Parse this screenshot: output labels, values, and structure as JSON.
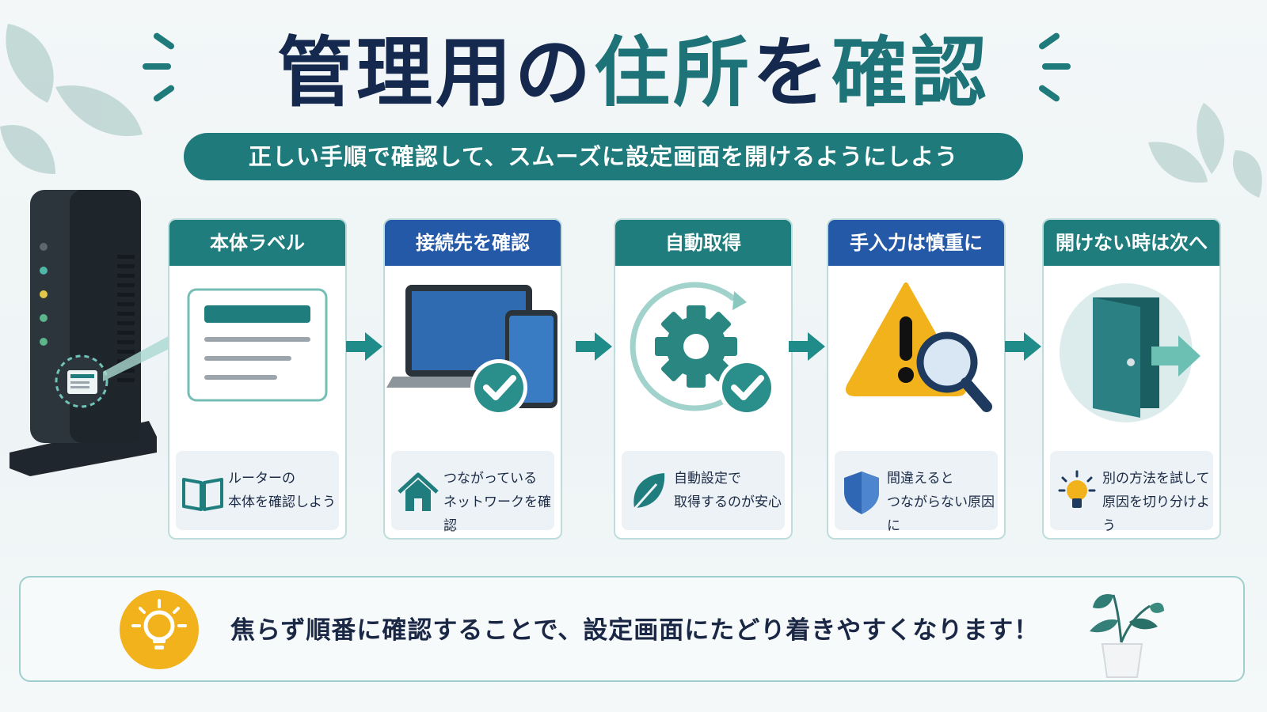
{
  "title": {
    "part1": "管理用の",
    "part2": "住所",
    "part3": "を",
    "part4": "確認"
  },
  "subtitle": "正しい手順で確認して、スムーズに設定画面を開けるようにしよう",
  "steps": [
    {
      "heading": "本体ラベル",
      "note_line1": "ルーターの",
      "note_line2": "本体を確認しよう",
      "head_color": "#1f7d7d"
    },
    {
      "heading": "接続先を確認",
      "note_line1": "つながっている",
      "note_line2": "ネットワークを確認",
      "head_color": "#2459a8"
    },
    {
      "heading": "自動取得",
      "note_line1": "自動設定で",
      "note_line2": "取得するのが安心",
      "head_color": "#1f7d7d"
    },
    {
      "heading": "手入力は慎重に",
      "note_line1": "間違えると",
      "note_line2": "つながらない原因に",
      "head_color": "#2459a8"
    },
    {
      "heading": "開けない時は次へ",
      "note_line1": "別の方法を試して",
      "note_line2": "原因を切り分けよう",
      "head_color": "#1f7d7d"
    }
  ],
  "bottom_message": "焦らず順番に確認することで、設定画面にたどり着きやすくなります！",
  "colors": {
    "teal": "#1f7d7d",
    "blue": "#2459a8",
    "navy": "#15294f",
    "yellow": "#f2b21c"
  },
  "icons": [
    "router-icon",
    "label-icon",
    "laptop-icon",
    "phone-icon",
    "check-icon",
    "gear-icon",
    "warning-icon",
    "magnifier-icon",
    "door-icon",
    "book-icon",
    "house-icon",
    "leaf-icon",
    "shield-icon",
    "bulb-icon",
    "plant-icon"
  ]
}
